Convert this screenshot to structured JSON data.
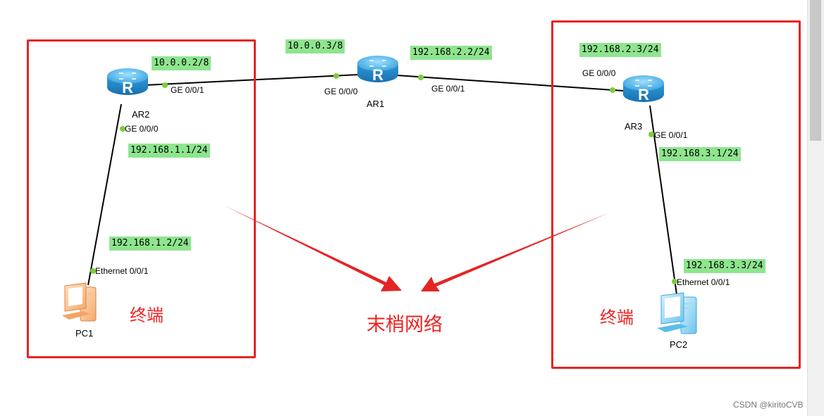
{
  "devices": {
    "ar1": {
      "label": "AR1"
    },
    "ar2": {
      "label": "AR2"
    },
    "ar3": {
      "label": "AR3"
    },
    "pc1": {
      "label": "PC1"
    },
    "pc2": {
      "label": "PC2"
    }
  },
  "ips": {
    "ar2_ge001": "10.0.0.2/8",
    "ar1_ge000": "10.0.0.3/8",
    "ar1_ge001": "192.168.2.2/24",
    "ar3_ge000": "192.168.2.3/24",
    "ar2_ge000": "192.168.1.1/24",
    "pc1_eth": "192.168.1.2/24",
    "ar3_ge001": "192.168.3.1/24",
    "pc2_eth": "192.168.3.3/24"
  },
  "ports": {
    "ar2_ge001": "GE 0/0/1",
    "ar2_ge000": "GE 0/0/0",
    "ar1_ge000": "GE 0/0/0",
    "ar1_ge001": "GE 0/0/1",
    "ar3_ge000": "GE 0/0/0",
    "ar3_ge001": "GE 0/0/1",
    "pc1_eth": "Ethernet 0/0/1",
    "pc2_eth": "Ethernet 0/0/1"
  },
  "annotations": {
    "left_terminal": "终端",
    "right_terminal": "终端",
    "stub_network": "末梢网络"
  },
  "watermark": "CSDN @kiritoCVB",
  "colors": {
    "annotation_red": "#e52424",
    "ip_label_bg": "#8ee58e",
    "port_dot": "#7ccd3a"
  }
}
